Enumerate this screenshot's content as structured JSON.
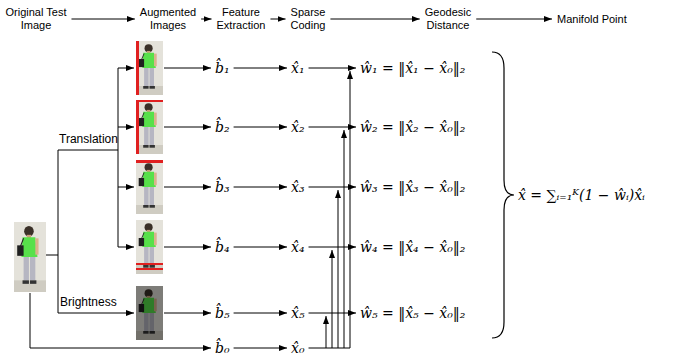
{
  "diagram": {
    "labels": [
      "Original Test Image",
      "Augmented Images",
      "Feature Extraction",
      "Sparse Coding",
      "Geodesic Distance",
      "Manifold Point",
      "Translation",
      "Brightness",
      "b̂₁",
      "x̂₁",
      "ŵ₁ = ‖x̂₁ − x̂₀‖₂",
      "b̂₂",
      "x̂₂",
      "ŵ₂ = ‖x̂₂ − x̂₀‖₂",
      "b̂₃",
      "x̂₃",
      "ŵ₃ = ‖x̂₃ − x̂₀‖₂",
      "b̂₄",
      "x̂₄",
      "ŵ₄ = ‖x̂₄ − x̂₀‖₂",
      "b̂₅",
      "x̂₅",
      "ŵ₅ = ‖x̂₅ − x̂₀‖₂",
      "b̂₀",
      "x̂₀",
      "x̂ = ∑ᵢ₌₁ᴷ(1 − ŵᵢ)x̂ᵢ"
    ]
  }
}
